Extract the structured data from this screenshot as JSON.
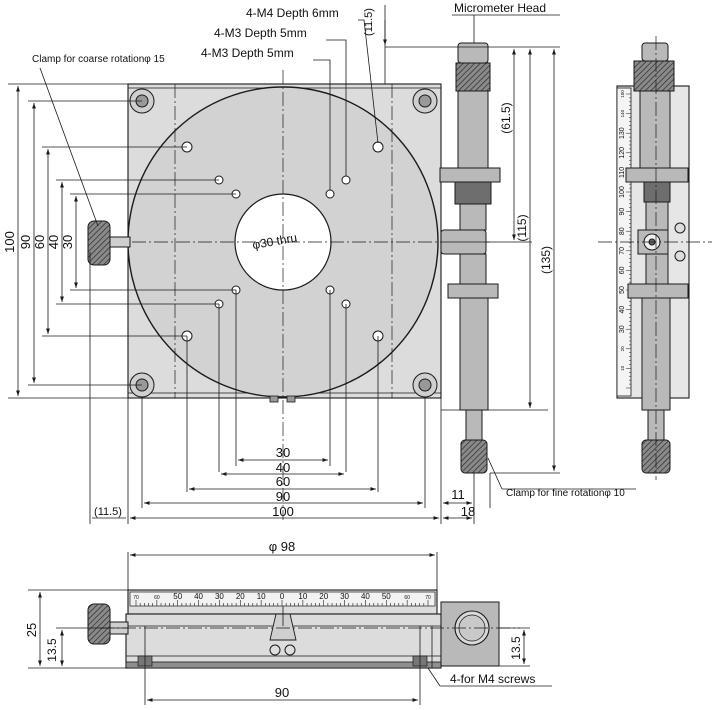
{
  "top_view": {
    "labels": {
      "m4_depth": "4-M4 Depth 6mm",
      "m3_depth_a": "4-M3 Depth 5mm",
      "m3_depth_b": "4-M3 Depth 5mm",
      "clamp_coarse": "Clamp for coarse rotationφ 15",
      "bore": "φ30 thru"
    },
    "dims_left": [
      "100",
      "90",
      "60",
      "40",
      "30"
    ],
    "dims_bottom": [
      "30",
      "40",
      "60",
      "90",
      "100"
    ],
    "dim_left_offset": "(11.5)"
  },
  "side_right": {
    "micrometer_head": "Micrometer Head",
    "dim_top": "(11.5)",
    "dims_vertical": [
      "(61.5)",
      "(115)",
      "(135)"
    ],
    "dims_horizontal": [
      "11",
      "18"
    ],
    "clamp_fine": "Clamp for fine rotationφ 10"
  },
  "front_view": {
    "dim_dia": "φ 98",
    "dim_height": "25",
    "dim_left_mid": "13.5",
    "dim_right_mid": "13.5",
    "dim_bottom": "90",
    "screws_note": "4-for M4 screws",
    "scale_ticks": [
      "70",
      "60",
      "50",
      "40",
      "30",
      "20",
      "10",
      "0",
      "10",
      "20",
      "30",
      "40",
      "50",
      "60",
      "70"
    ]
  },
  "vertical_scale": {
    "ticks": [
      "10",
      "20",
      "30",
      "40",
      "50",
      "60",
      "70",
      "80",
      "90",
      "100",
      "110",
      "120",
      "130",
      "140",
      "150"
    ]
  }
}
